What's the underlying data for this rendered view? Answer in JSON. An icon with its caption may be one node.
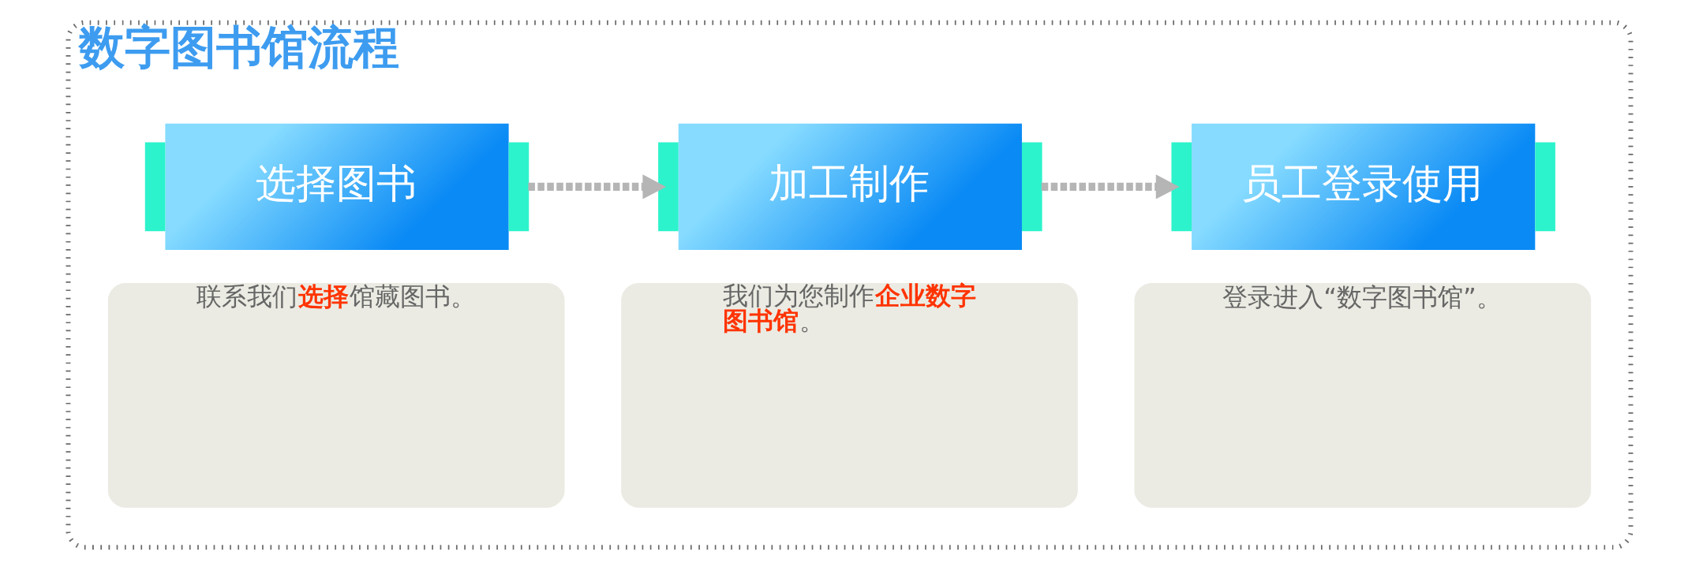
{
  "diagram": {
    "nodes": [
      {
        "text": [
          "数字图书馆流程"
        ]
      },
      {
        "text": [
          "选择图书"
        ],
        "in": 0
      },
      {
        "text": [
          "加工制作"
        ],
        "in": 0
      },
      {
        "text": [
          "员工登录使用"
        ],
        "in": 0
      },
      {
        "text": [
          "联系我们**选择**馆藏图书。"
        ],
        "in": 0
      },
      {
        "text": [
          "我们为您制作**企业数字图书馆**。"
        ],
        "in": 0
      },
      {
        "text": [
          "登录进入“数字图书馆”。"
        ],
        "in": 0
      }
    ],
    "edges": [
      {
        "from": 1,
        "to": 2,
        "arrow": "to",
        "style": "dashed"
      },
      {
        "from": 2,
        "to": 3,
        "arrow": "to",
        "style": "dashed"
      }
    ]
  }
}
